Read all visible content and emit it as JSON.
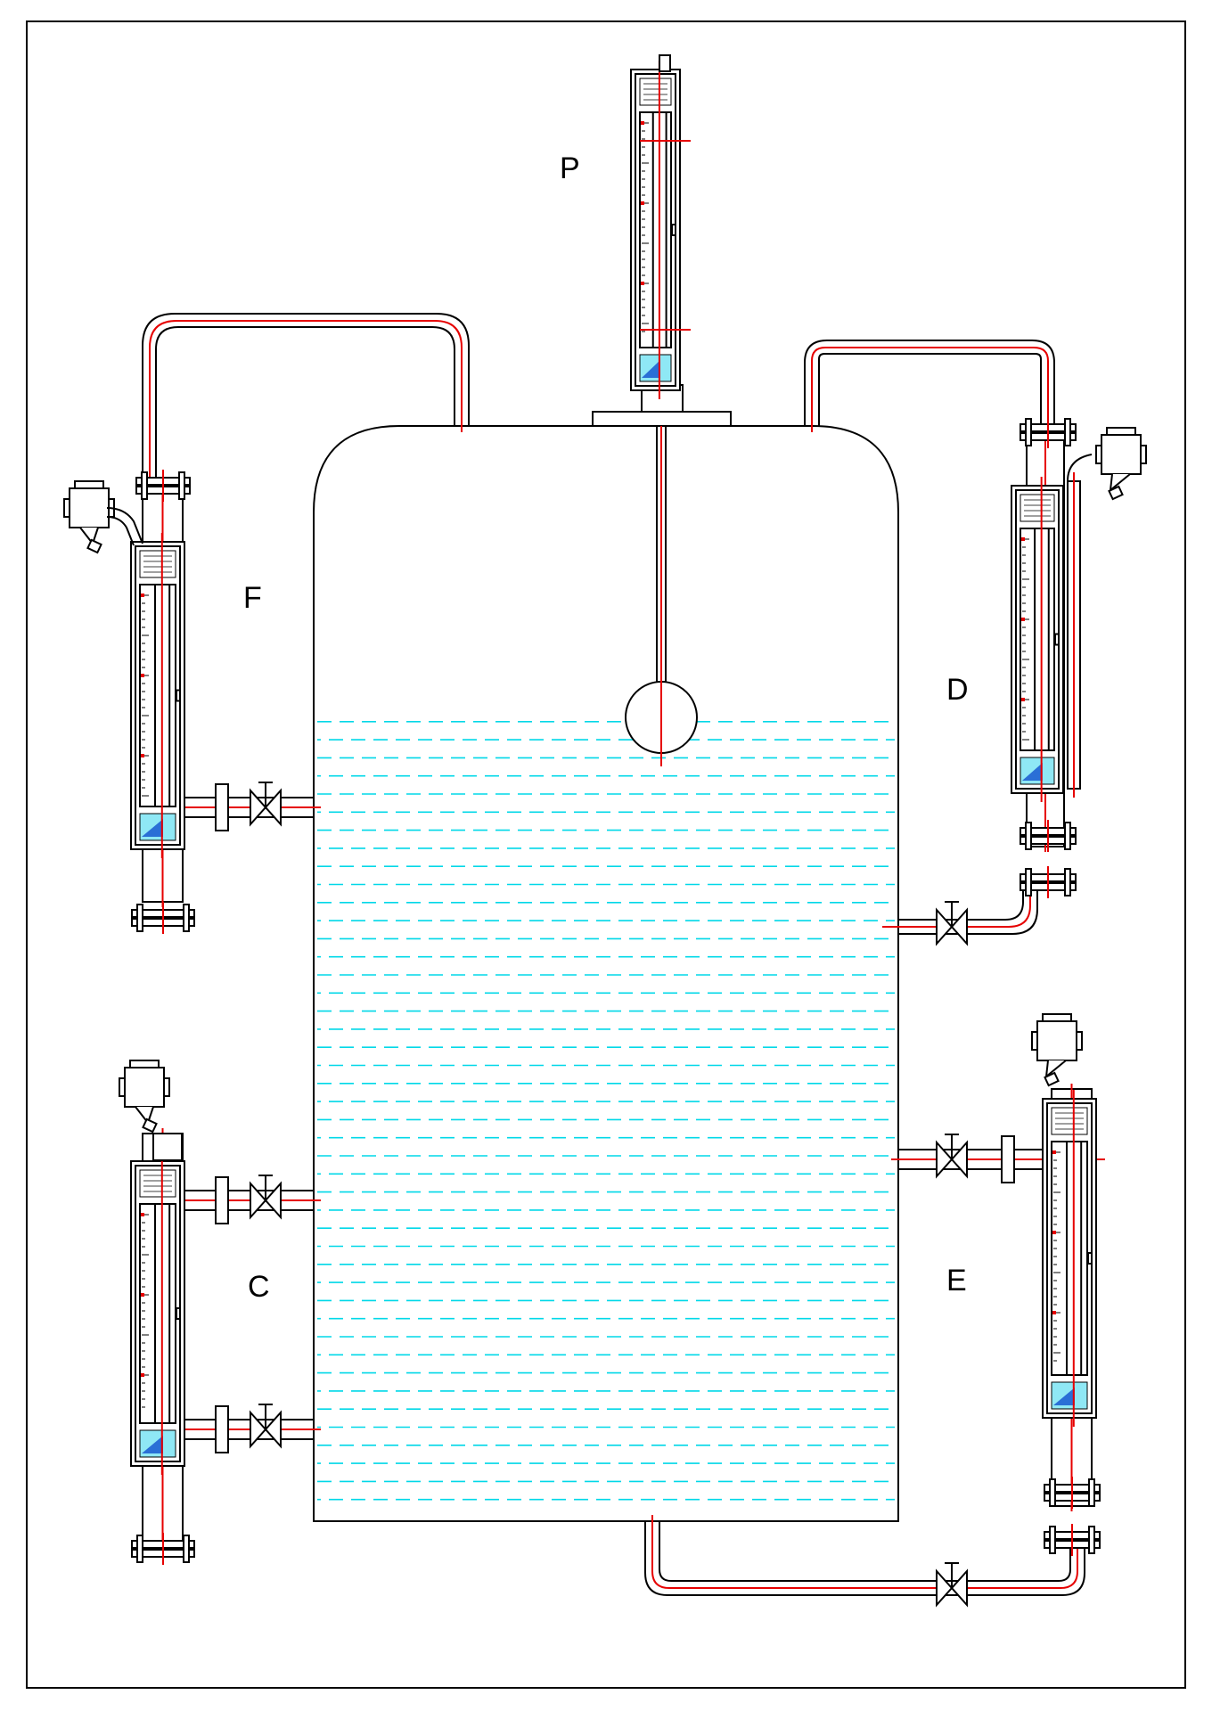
{
  "diagram": {
    "labels": {
      "top": "P",
      "upper_left": "F",
      "upper_right": "D",
      "lower_left": "C",
      "lower_right": "E"
    },
    "colors": {
      "outline": "#000000",
      "center_line": "#e60000",
      "liquid": "#00d8e8",
      "indicator_blue": "#2a6fd6",
      "indicator_cyan": "#8fe8f5",
      "background": "#ffffff"
    },
    "liquid_level_fraction": 0.73
  }
}
